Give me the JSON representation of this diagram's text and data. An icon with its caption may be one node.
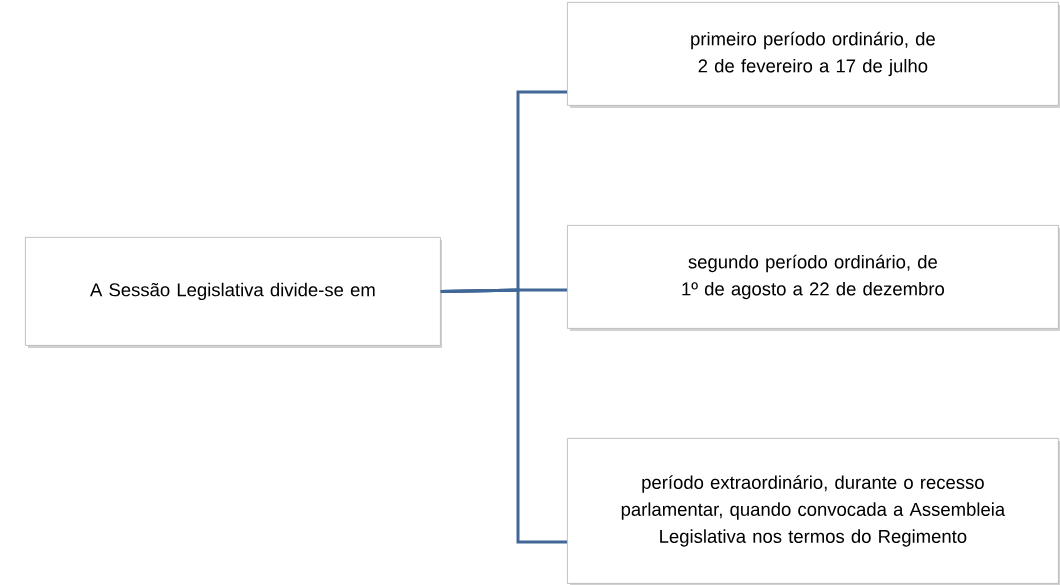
{
  "diagram": {
    "nodes": [
      {
        "text": [
          "A Sessão Legislativa divide-se em"
        ]
      },
      {
        "text": [
          "primeiro período ordinário, de 2 de fevereiro a 17 de julho"
        ]
      },
      {
        "text": [
          "segundo período ordinário, de 1º de agosto a 22 de dezembro"
        ]
      },
      {
        "text": [
          "período extraordinário, durante o recesso parlamentar, quando convocada a Assembleia Legislativa nos termos do Regimento"
        ]
      }
    ],
    "edges": [
      {
        "from": 0,
        "to": 1,
        "arrow": "none"
      },
      {
        "from": 0,
        "to": 2,
        "arrow": "none"
      },
      {
        "from": 0,
        "to": 3,
        "arrow": "none"
      }
    ]
  }
}
